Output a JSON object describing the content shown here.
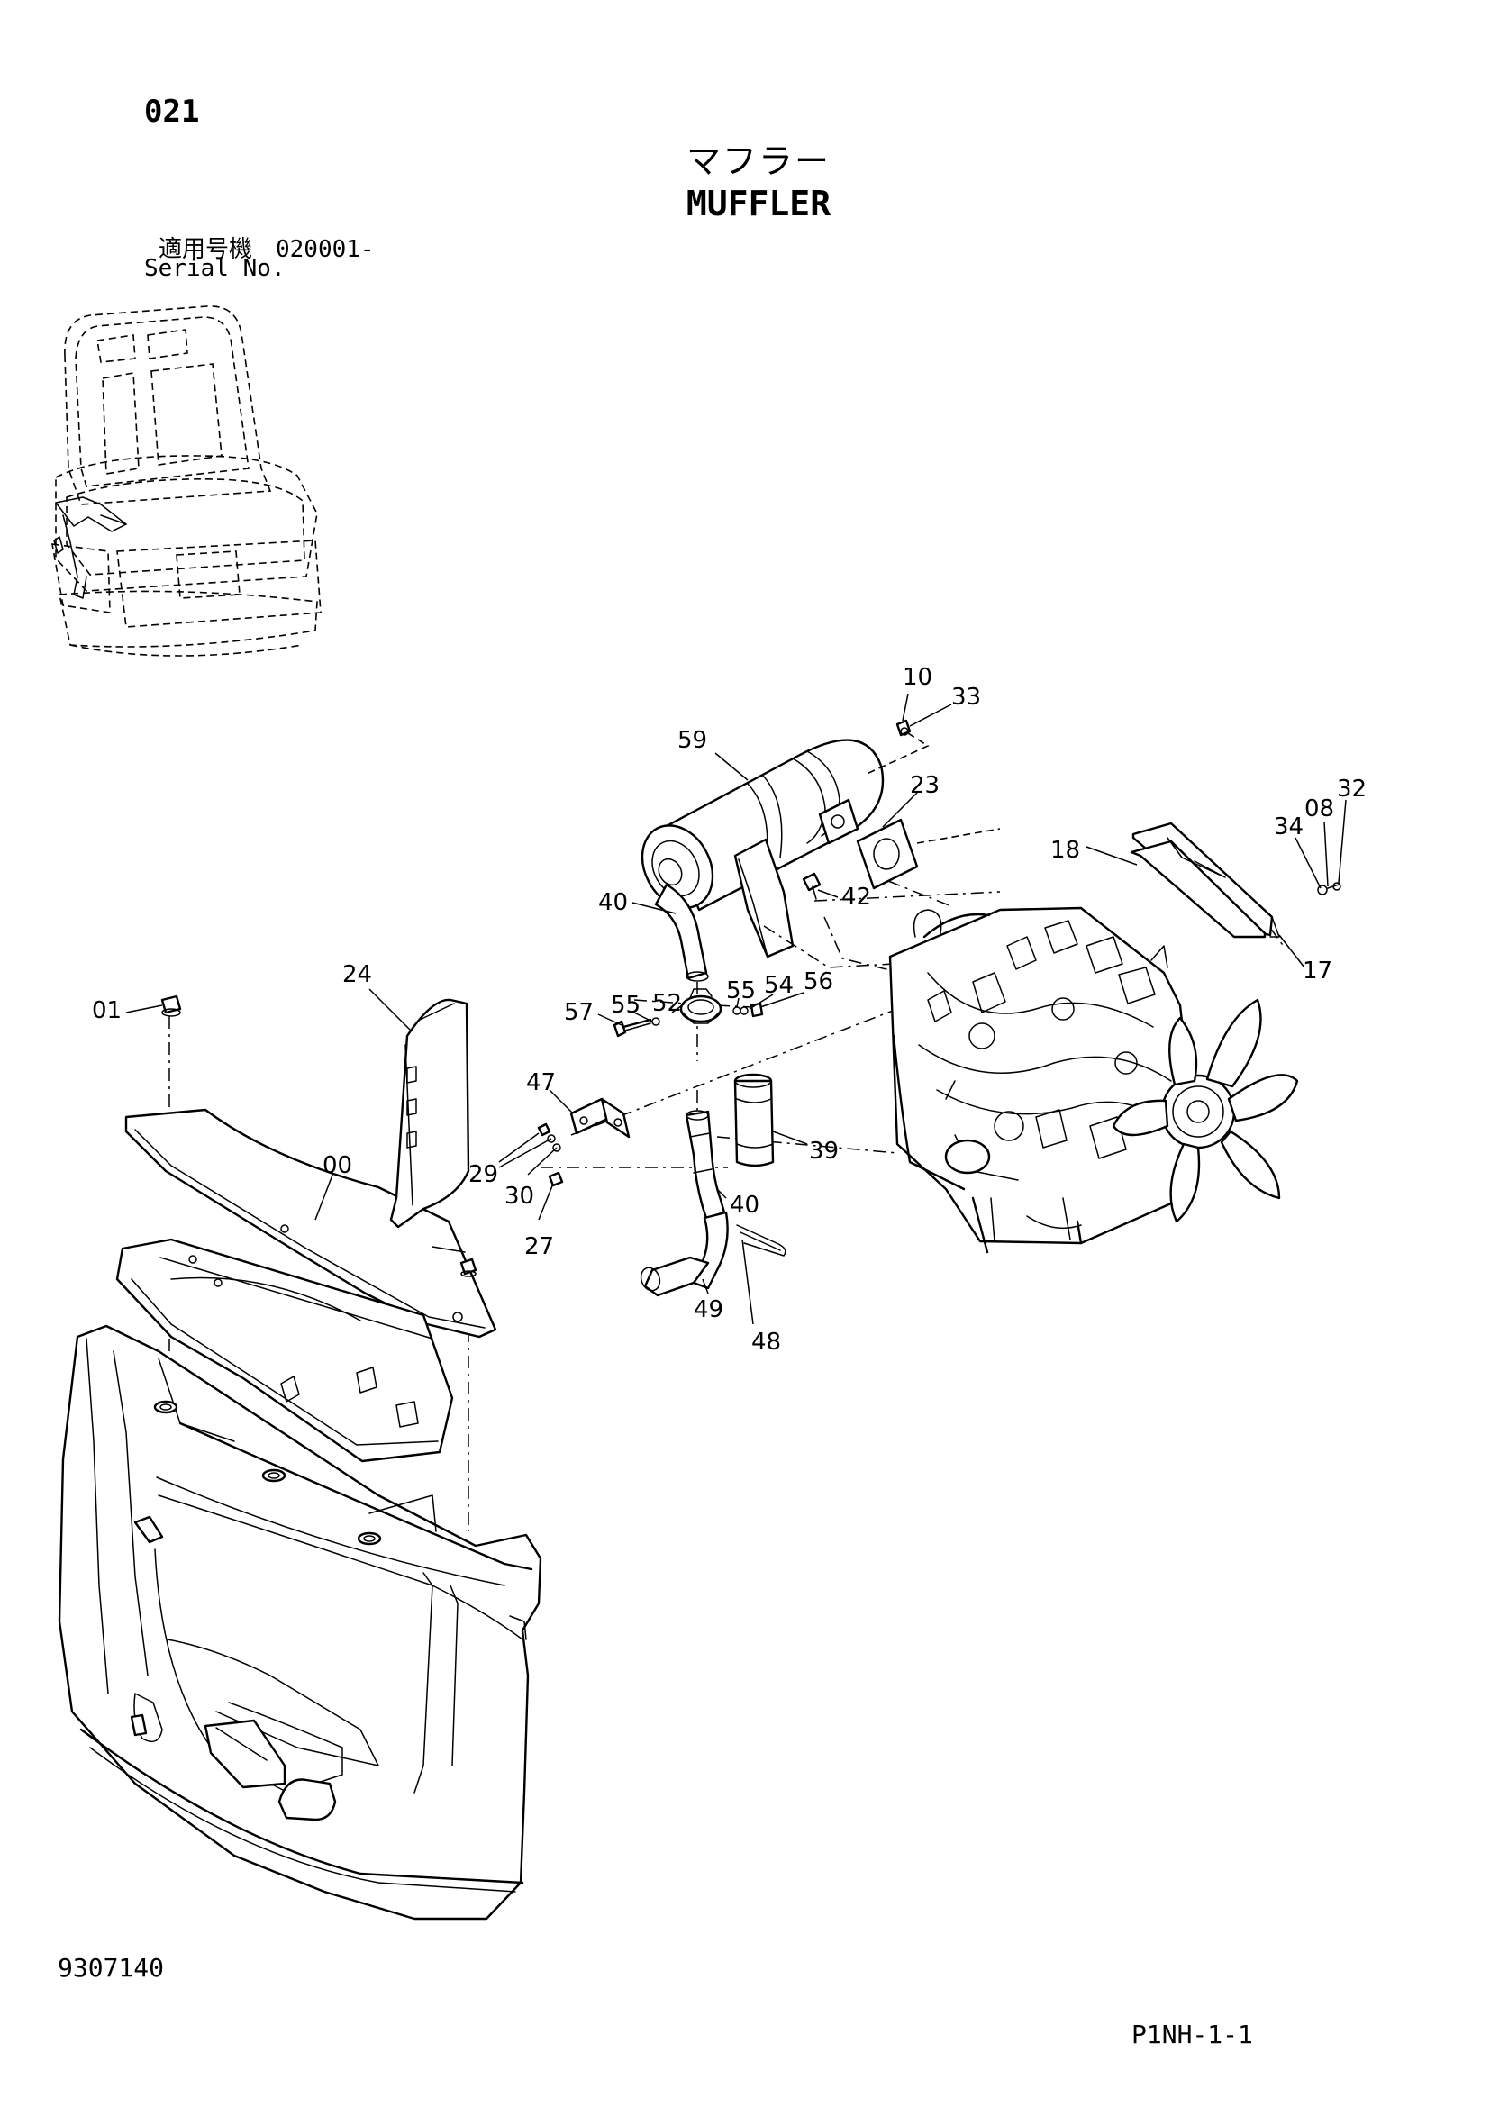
{
  "header": {
    "page_number": "021",
    "title_ja": "マフラー",
    "title_en": "MUFFLER",
    "serial_label_ja": "適用号機　020001-",
    "serial_label_en": "Serial No."
  },
  "footer": {
    "document_number": "9307140",
    "sheet_id": "P1NH-1-1"
  },
  "diagram": {
    "views": [
      "machine-locator-inset",
      "exploded-muffler-assembly"
    ],
    "callouts": [
      {
        "id": "c10",
        "label": "10"
      },
      {
        "id": "c33",
        "label": "33"
      },
      {
        "id": "c59",
        "label": "59"
      },
      {
        "id": "c23",
        "label": "23"
      },
      {
        "id": "c32",
        "label": "32"
      },
      {
        "id": "c08",
        "label": "08"
      },
      {
        "id": "c34",
        "label": "34"
      },
      {
        "id": "c18",
        "label": "18"
      },
      {
        "id": "c42",
        "label": "42"
      },
      {
        "id": "c40a",
        "label": "40"
      },
      {
        "id": "c17",
        "label": "17"
      },
      {
        "id": "c24",
        "label": "24"
      },
      {
        "id": "c01",
        "label": "01"
      },
      {
        "id": "c57",
        "label": "57"
      },
      {
        "id": "c55a",
        "label": "55"
      },
      {
        "id": "c52",
        "label": "52"
      },
      {
        "id": "c55b",
        "label": "55"
      },
      {
        "id": "c54",
        "label": "54"
      },
      {
        "id": "c56",
        "label": "56"
      },
      {
        "id": "c47",
        "label": "47"
      },
      {
        "id": "c39",
        "label": "39"
      },
      {
        "id": "c00",
        "label": "00"
      },
      {
        "id": "c29",
        "label": "29"
      },
      {
        "id": "c30",
        "label": "30"
      },
      {
        "id": "c40b",
        "label": "40"
      },
      {
        "id": "c27",
        "label": "27"
      },
      {
        "id": "c49",
        "label": "49"
      },
      {
        "id": "c48",
        "label": "48"
      }
    ]
  }
}
